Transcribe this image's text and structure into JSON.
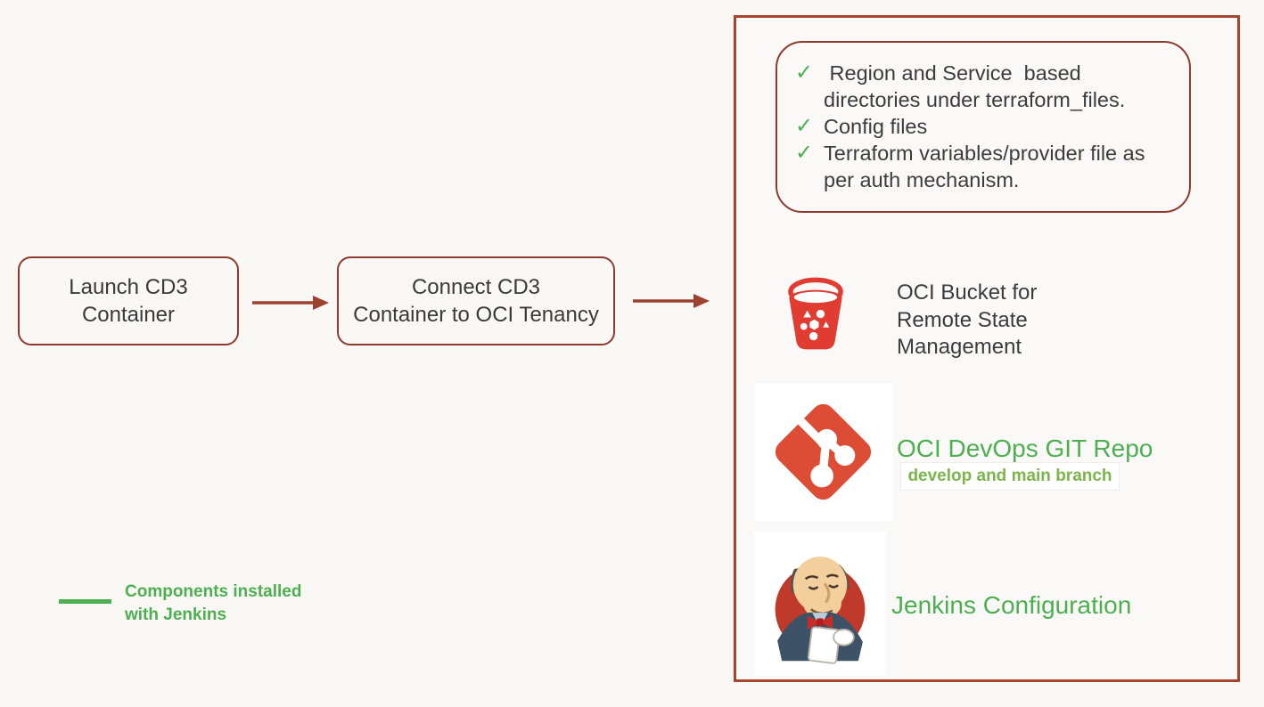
{
  "colors": {
    "background": "#faf8f5",
    "box_border_red": "#8e3b2f",
    "panel_border_red": "#a8432e",
    "arrow_red": "#9d422e",
    "text_dark": "#3c3c3c",
    "green": "#4caf50",
    "light_green": "#7cb54c",
    "bucket_red": "#e03c31",
    "git_red": "#dd4c35",
    "jenkins_circle_red": "#bf3a2b"
  },
  "flow": {
    "step1": {
      "label": "Launch CD3\nContainer"
    },
    "step2": {
      "label": "Connect CD3\nContainer to OCI Tenancy"
    }
  },
  "panel": {
    "checklist": {
      "check_glyph": "✓",
      "items": [
        {
          "text": " Region and Service  based\ndirectories under terraform_files."
        },
        {
          "text": "Config files"
        },
        {
          "text": "Terraform variables/provider file as\nper auth mechanism."
        }
      ]
    },
    "bucket": {
      "icon": "oci-bucket-icon",
      "label": "OCI Bucket for\nRemote State\nManagement"
    },
    "git": {
      "icon": "git-logo-icon",
      "title": "OCI DevOps GIT Repo",
      "subtitle": "develop and main branch"
    },
    "jenkins": {
      "icon": "jenkins-logo-icon",
      "title": "Jenkins Configuration"
    }
  },
  "legend": {
    "label": "Components installed\nwith Jenkins"
  }
}
